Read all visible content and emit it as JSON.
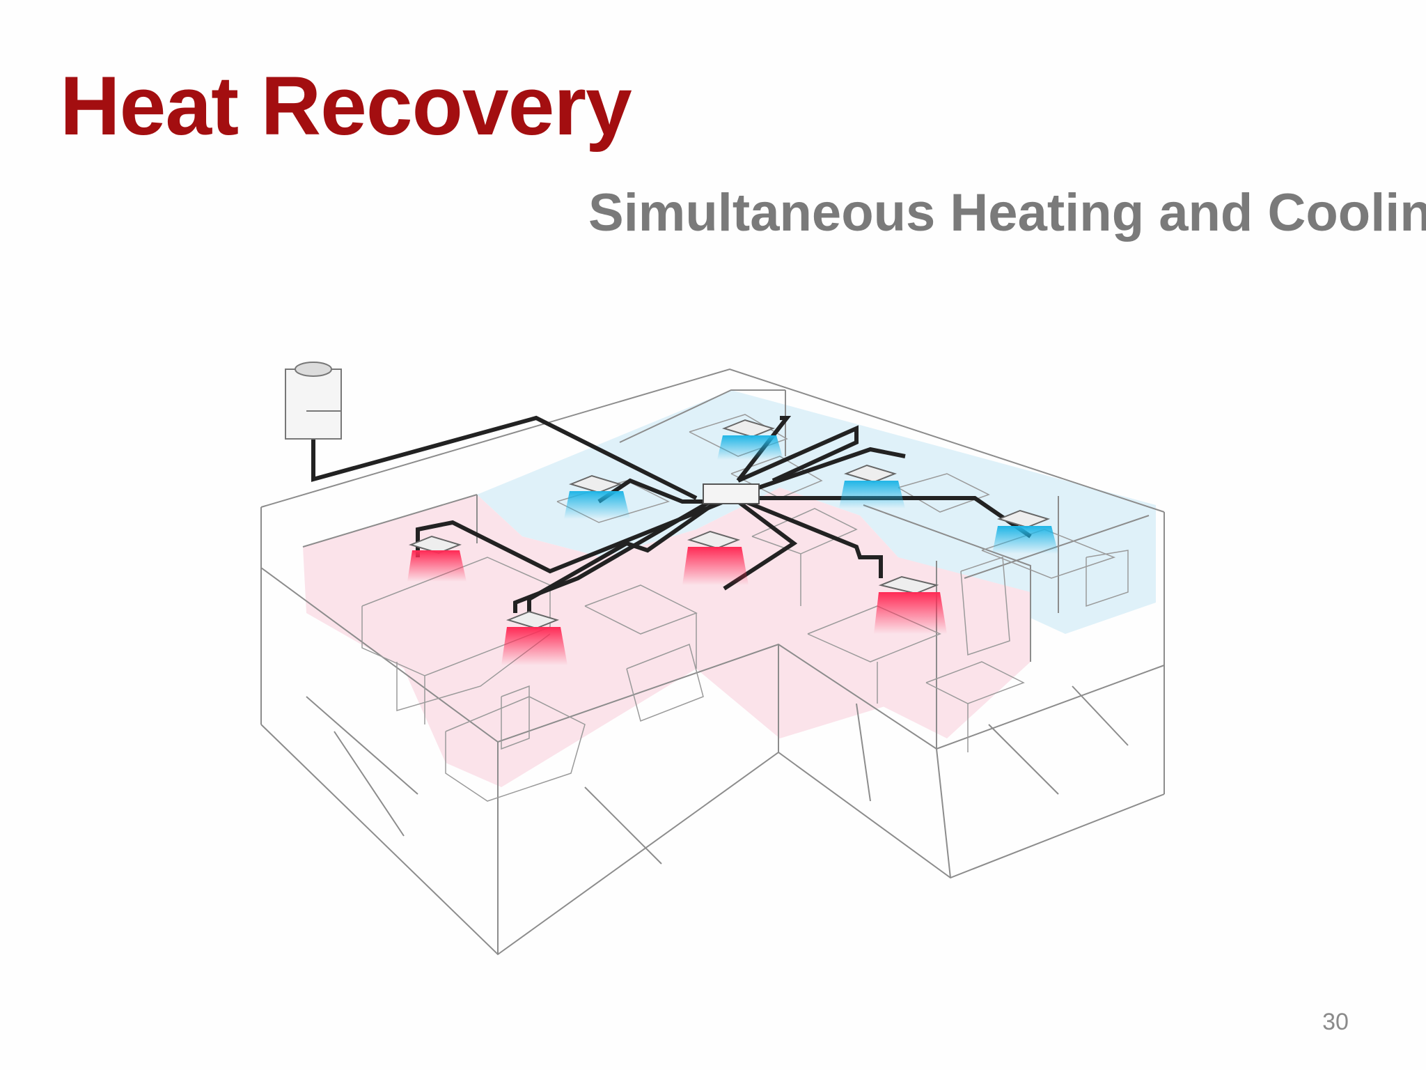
{
  "slide": {
    "title": "Heat Recovery",
    "subtitle": "Simultaneous Heating and Cooling",
    "page_number": "30"
  },
  "colors": {
    "title": "#a30e10",
    "subtitle": "#7a7a7a",
    "page_number": "#8a8a8a",
    "heating_zone": "#fbe3ea",
    "cooling_zone": "#dff1f9",
    "heating_airflow": "#ff2a55",
    "cooling_airflow": "#1fb5e6",
    "piping": "#222222",
    "outline": "#8c8c8c"
  },
  "icons": {
    "outdoor_unit": "outdoor-unit-icon",
    "indoor_unit": "ceiling-cassette-icon",
    "branch_box": "branch-controller-icon"
  },
  "zones": [
    {
      "mode": "heating"
    },
    {
      "mode": "cooling"
    }
  ]
}
